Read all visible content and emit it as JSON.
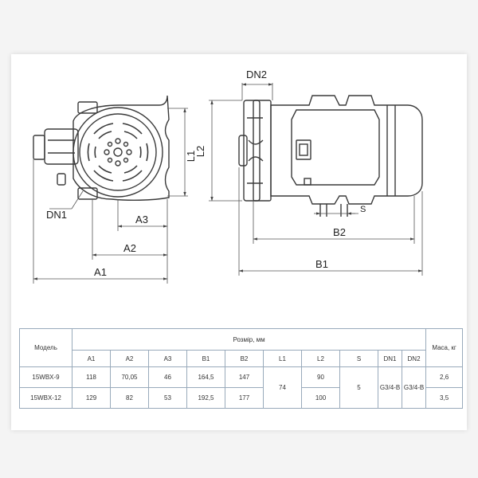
{
  "drawing": {
    "front_view_labels": {
      "dn1": "DN1",
      "a1": "A1",
      "a2": "A2",
      "a3": "A3",
      "l1": "L1"
    },
    "side_view_labels": {
      "dn2": "DN2",
      "l2": "L2",
      "b1": "B1",
      "b2": "B2",
      "s": "S"
    },
    "colors": {
      "line": "#3a3a3a",
      "dim_line": "#555555",
      "background": "#ffffff"
    }
  },
  "table": {
    "model_header": "Модель",
    "size_header": "Розмір, мм",
    "mass_header": "Маса, кг",
    "columns": [
      "A1",
      "A2",
      "A3",
      "B1",
      "B2",
      "L1",
      "L2",
      "S",
      "DN1",
      "DN2"
    ],
    "rows": [
      {
        "model": "15WBX-9",
        "a1": "118",
        "a2": "70,05",
        "a3": "46",
        "b1": "164,5",
        "b2": "147",
        "l2": "90",
        "mass": "2,6"
      },
      {
        "model": "15WBX-12",
        "a1": "129",
        "a2": "82",
        "a3": "53",
        "b1": "192,5",
        "b2": "177",
        "l2": "100",
        "mass": "3,5"
      }
    ],
    "shared": {
      "l1": "74",
      "s": "5",
      "dn1": "G3/4-B",
      "dn2": "G3/4-B"
    }
  }
}
